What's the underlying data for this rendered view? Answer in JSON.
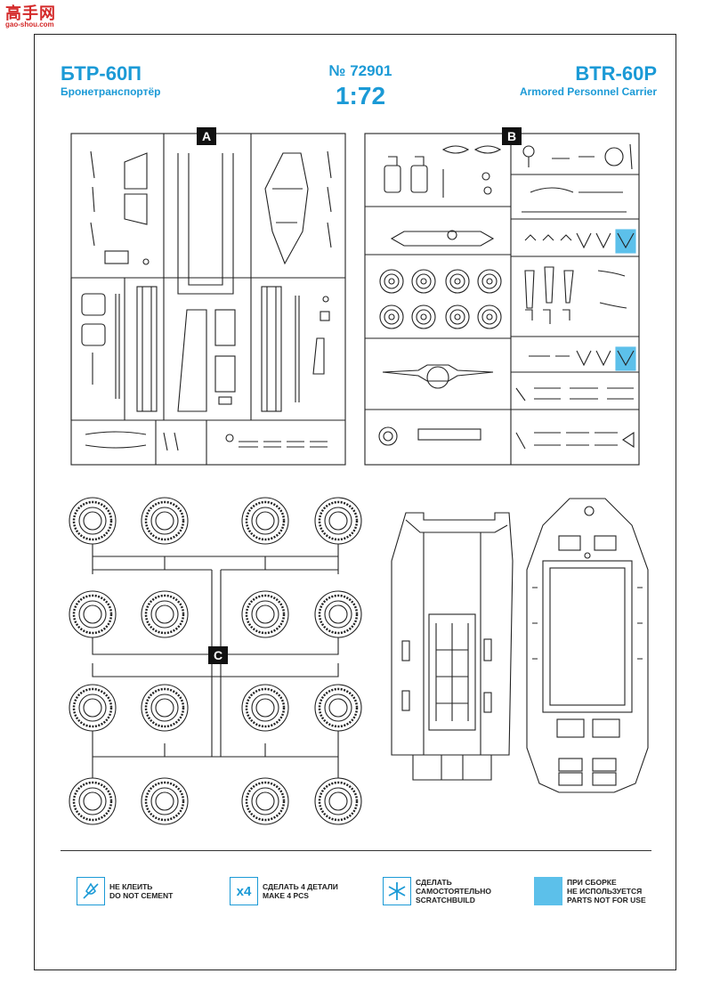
{
  "watermark": {
    "chinese": "高手网",
    "url": "gao-shou.com"
  },
  "header": {
    "title_ru": "БТР-60П",
    "subtitle_ru": "Бронетранспортёр",
    "kit_number": "№ 72901",
    "scale": "1:72",
    "title_en": "BTR-60P",
    "subtitle_en": "Armored Personnel Carrier"
  },
  "sprues": {
    "a": {
      "letter": "A"
    },
    "b": {
      "letter": "B"
    },
    "c": {
      "letter": "C"
    }
  },
  "legend": [
    {
      "icon": "no-glue-icon",
      "lines": [
        "НЕ КЛЕИТЬ",
        "DO NOT CEMENT"
      ]
    },
    {
      "icon": "x4-icon",
      "symbol": "x4",
      "lines": [
        "СДЕЛАТЬ 4 ДЕТАЛИ",
        "MAKE 4 PCS"
      ]
    },
    {
      "icon": "scratchbuild-icon",
      "lines": [
        "СДЕЛАТЬ",
        "САМОСТОЯТЕЛЬНО",
        "SCRATCHBUILD"
      ]
    },
    {
      "icon": "parts-not-used-icon",
      "lines": [
        "ПРИ СБОРКЕ",
        "НЕ ИСПОЛЬЗУЕТСЯ",
        "PARTS NOT FOR USE"
      ]
    }
  ],
  "colors": {
    "accent": "#1b9ad6",
    "unused_fill": "#5cc0ea",
    "line": "#222222"
  }
}
